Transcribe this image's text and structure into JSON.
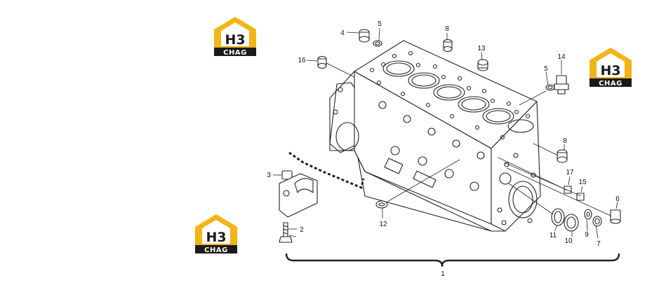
{
  "brand": {
    "mark": "H3",
    "name": "CHAG",
    "accent_color": "#f2b416",
    "dark_color": "#1a1a1a"
  },
  "callouts": {
    "c1": "1",
    "c2": "2",
    "c3": "3",
    "c4": "4",
    "c5a": "5",
    "c5b": "5",
    "c6": "6",
    "c7": "7",
    "c8a": "8",
    "c8b": "8",
    "c9": "9",
    "c10": "10",
    "c11": "11",
    "c12": "12",
    "c13": "13",
    "c14": "14",
    "c15": "15",
    "c16": "16",
    "c17": "17"
  }
}
